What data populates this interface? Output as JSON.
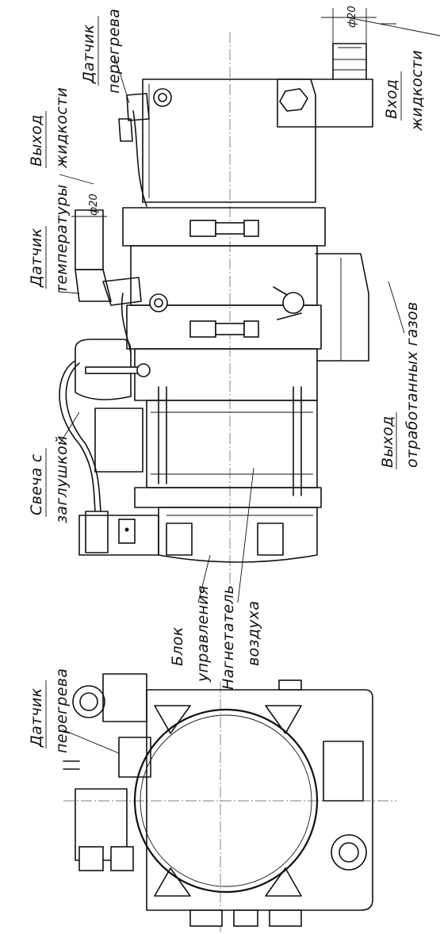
{
  "labels": {
    "overheat_sensor_top": [
      "Датчик",
      "перегрева"
    ],
    "fluid_inlet": [
      "Вход",
      "жидкости"
    ],
    "fluid_outlet": [
      "Выход",
      "жидкости"
    ],
    "temp_sensor": [
      "Датчик",
      "температуры"
    ],
    "glow_plug": [
      "Свеча с",
      "заглушкой"
    ],
    "exhaust_outlet": [
      "Выход",
      "отработанных газов"
    ],
    "control_unit": [
      "Блок",
      "управления"
    ],
    "air_blower": [
      "Нагнетатель",
      "воздуха"
    ],
    "overheat_sensor_bottom": [
      "Датчик",
      "перегрева"
    ]
  },
  "dimensions": {
    "pipe_diameter_inlet": "ф20",
    "pipe_diameter_outlet": "ф20"
  }
}
